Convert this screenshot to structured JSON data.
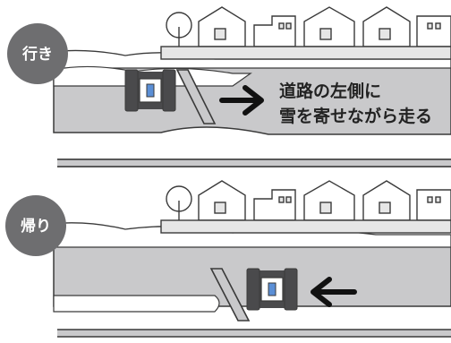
{
  "colors": {
    "road": "#c9c9cb",
    "road_dark": "#b9b9bb",
    "snow": "#ffffff",
    "outline": "#3a3a3a",
    "badge": "#6e6e70",
    "machine": "#4a4a4c",
    "machine_window": "#5b8fd6",
    "house_fill": "#e6e6e6"
  },
  "panels": [
    {
      "label": "行き",
      "caption_lines": [
        "道路の左側に",
        "雪を寄せながら走る"
      ],
      "direction": "right"
    },
    {
      "label": "帰り",
      "direction": "left"
    }
  ],
  "icons": [
    "house-icon",
    "tree-icon",
    "snowplow-icon",
    "arrow-right-icon",
    "arrow-left-icon"
  ]
}
